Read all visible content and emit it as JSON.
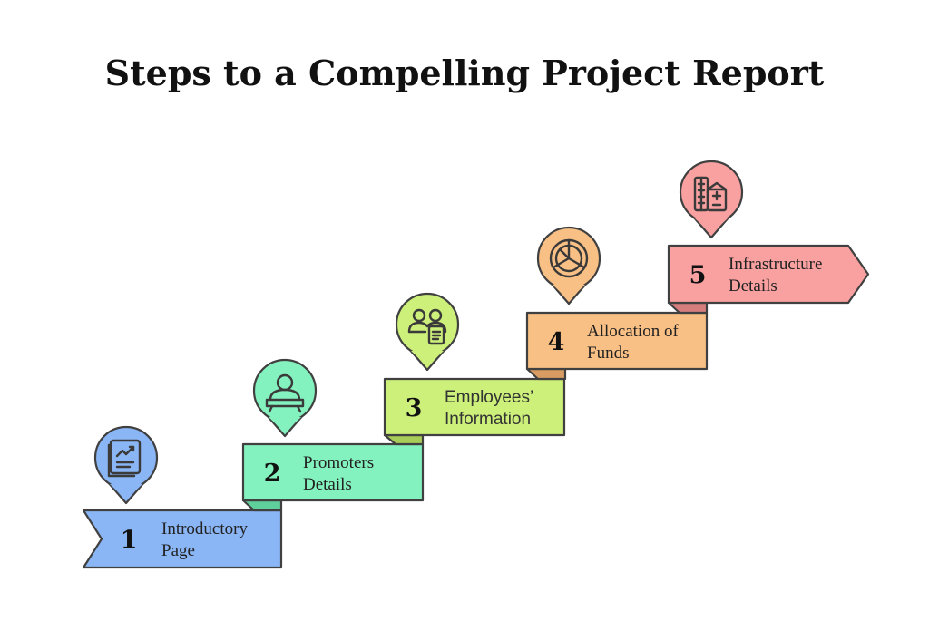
{
  "title": "Steps to a Compelling Project Report",
  "steps": [
    {
      "number": "1",
      "lines": [
        "Introductory",
        "Page"
      ],
      "color": "#8ab6f5",
      "fold": "#6a92d0",
      "icon": "document-chart-icon",
      "font": "serif"
    },
    {
      "number": "2",
      "lines": [
        "Promoters",
        "Details"
      ],
      "color": "#84f2bf",
      "fold": "#5fcf9c",
      "icon": "presenter-icon",
      "font": "serif"
    },
    {
      "number": "3",
      "lines": [
        "Employees’",
        "Information"
      ],
      "color": "#cdf07a",
      "fold": "#a8cc58",
      "icon": "employees-document-icon",
      "font": "sans"
    },
    {
      "number": "4",
      "lines": [
        "Allocation of",
        "Funds"
      ],
      "color": "#f9c085",
      "fold": "#d89c62",
      "icon": "pie-chart-icon",
      "font": "serif"
    },
    {
      "number": "5",
      "lines": [
        "Infrastructure",
        "Details"
      ],
      "color": "#f9a0a0",
      "fold": "#d67e7e",
      "icon": "buildings-icon",
      "font": "serif"
    }
  ]
}
